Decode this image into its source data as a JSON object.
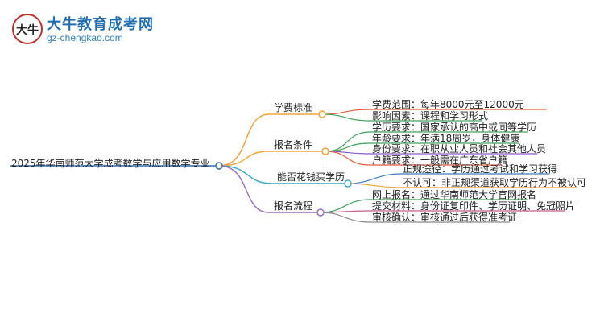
{
  "logo": {
    "title": "大牛教育成考网",
    "url": "gz-chengkao.com",
    "glyph": "大牛"
  },
  "mindmap": {
    "root": "2025年华南师范大学成考数学与应用数学专业",
    "branches": [
      {
        "label": "学费标准",
        "color": "#f2a33a",
        "children": [
          {
            "text": "学费范围：每年8000元至12000元",
            "color": "#e05a3a"
          },
          {
            "text": "影响因素：课程和学习形式",
            "color": "#3aa35a"
          }
        ]
      },
      {
        "label": "报名条件",
        "color": "#f2a33a",
        "children": [
          {
            "text": "学历要求：国家承认的高中或同等学历",
            "color": "#3aa35a"
          },
          {
            "text": "年龄要求：年满18周岁，身体健康",
            "color": "#3aa35a"
          },
          {
            "text": "身份要求：在职从业人员和社会其他人员",
            "color": "#8a58c8"
          },
          {
            "text": "户籍要求：一般需在广东省户籍",
            "color": "#e05a3a"
          }
        ]
      },
      {
        "label": "能否花钱买学历",
        "color": "#3aa8c8",
        "children": [
          {
            "text": "正规途径：学历通过考试和学习获得",
            "color": "#3a7ac8"
          },
          {
            "text": "不认可：非正规渠道获取学历行为不被认可",
            "color": "#f2a33a"
          }
        ]
      },
      {
        "label": "报名流程",
        "color": "#9a72c8",
        "children": [
          {
            "text": "网上报名：通过华南师范大学官网报名",
            "color": "#3aa35a"
          },
          {
            "text": "提交材料：身份证复印件、学历证明、免冠照片",
            "color": "#c85a8a"
          },
          {
            "text": "审核确认：审核通过后获得准考证",
            "color": "#8a8a8a"
          }
        ]
      }
    ]
  }
}
